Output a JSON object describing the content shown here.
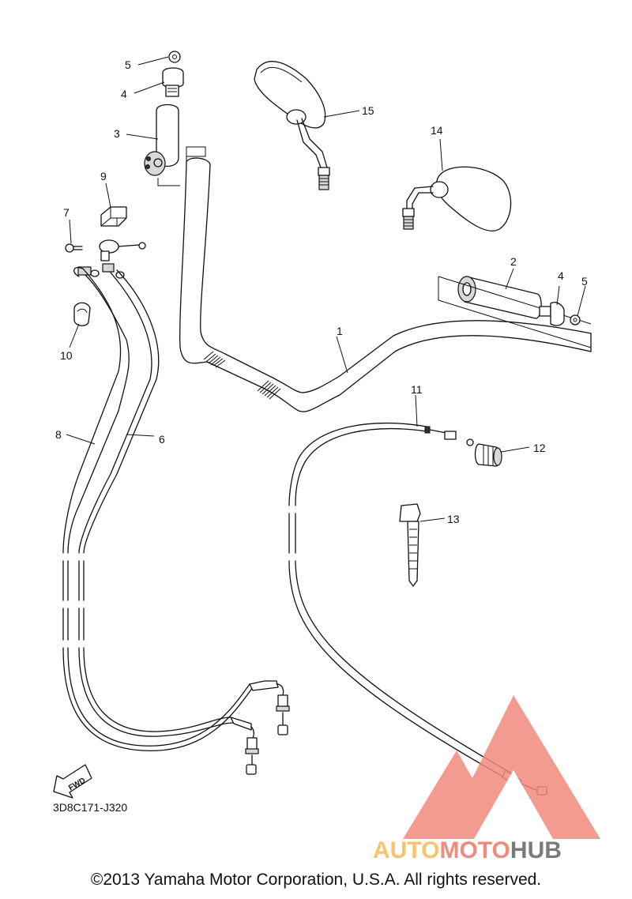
{
  "diagram": {
    "code": "3D8C171-J320",
    "fwd_label": "FWD",
    "copyright": "©2013 Yamaha Motor Corporation, U.S.A. All rights reserved.",
    "callouts": [
      {
        "id": "c1",
        "label": "1"
      },
      {
        "id": "c2",
        "label": "2"
      },
      {
        "id": "c3",
        "label": "3"
      },
      {
        "id": "c4a",
        "label": "4"
      },
      {
        "id": "c4b",
        "label": "4"
      },
      {
        "id": "c5a",
        "label": "5"
      },
      {
        "id": "c5b",
        "label": "5"
      },
      {
        "id": "c6",
        "label": "6"
      },
      {
        "id": "c7",
        "label": "7"
      },
      {
        "id": "c8",
        "label": "8"
      },
      {
        "id": "c9",
        "label": "9"
      },
      {
        "id": "c10",
        "label": "10"
      },
      {
        "id": "c11",
        "label": "11"
      },
      {
        "id": "c12",
        "label": "12"
      },
      {
        "id": "c13",
        "label": "13"
      },
      {
        "id": "c14",
        "label": "14"
      },
      {
        "id": "c15",
        "label": "15"
      }
    ]
  },
  "watermark": {
    "brand_part1": "AUTO",
    "brand_part2": "MOTO",
    "brand_part3": "HUB",
    "colors": {
      "triangle": "#f28a7e",
      "auto": "#f7c36b",
      "moto": "#f28a7e",
      "hub": "#7a7a7a"
    }
  }
}
